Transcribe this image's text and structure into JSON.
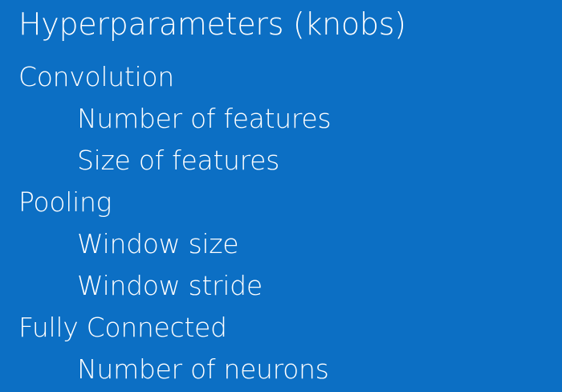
{
  "title": "Hyperparameters (knobs)",
  "sections": [
    {
      "label": "Convolution",
      "items": [
        "Number of features",
        "Size of features"
      ]
    },
    {
      "label": "Pooling",
      "items": [
        "Window size",
        "Window stride"
      ]
    },
    {
      "label": "Fully Connected",
      "items": [
        "Number of neurons"
      ]
    }
  ],
  "colors": {
    "background": "#0c6fc4",
    "text": "#ffffff"
  }
}
